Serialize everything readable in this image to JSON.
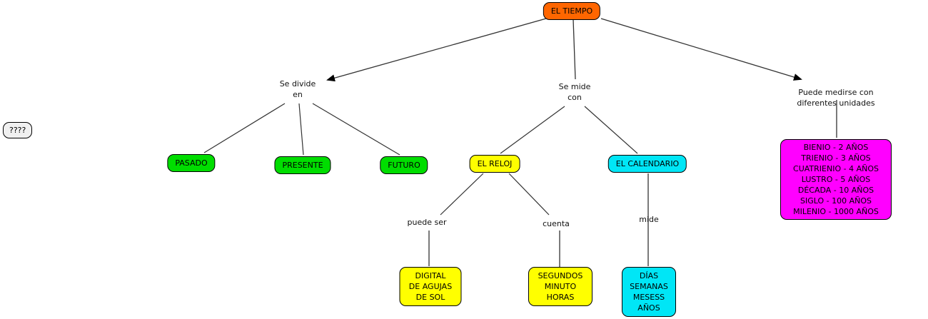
{
  "diagram_type": "concept-map",
  "colors": {
    "root_node": "#FF6600",
    "division_nodes": "#00DD00",
    "clock_nodes": "#FFFF00",
    "calendar_nodes": "#00E6F6",
    "units_node": "#FF00FF",
    "unknown_node": "#F0F0F0",
    "connector_line": "#333333",
    "node_border": "#000000",
    "text": "#000000"
  },
  "nodes": {
    "root": {
      "label": "EL TIEMPO"
    },
    "unknown": {
      "label": "????"
    },
    "pasado": {
      "label": "PASADO"
    },
    "presente": {
      "label": "PRESENTE"
    },
    "futuro": {
      "label": "FUTURO"
    },
    "reloj": {
      "label": "EL RELOJ"
    },
    "calendario": {
      "label": "EL CALENDARIO"
    },
    "unidades": {
      "label": "BIENIO - 2 AÑOS\nTRIENIO - 3 AÑOS\nCUATRIENIO - 4 AÑOS\nLUSTRO - 5 AÑOS\nDÉCADA - 10 AÑOS\nSIGLO - 100 AÑOS\nMILENIO - 1000 AÑOS"
    },
    "tipos_de_reloj": {
      "label": "DIGITAL\nDE AGUJAS\nDE SOL"
    },
    "unidades_reloj": {
      "label": "SEGUNDOS\nMINUTO\nHORAS"
    },
    "unidades_calendario": {
      "label": "DÍAS\nSEMANAS\nMESESS\nAÑOS"
    }
  },
  "links": {
    "se_divide_en": "Se divide\nen",
    "se_mide_con": "Se mide\ncon",
    "puede_medirse": "Puede medirse con diferentes unidades",
    "puede_ser": "puede ser",
    "cuenta": "cuenta",
    "mide": "mide"
  }
}
